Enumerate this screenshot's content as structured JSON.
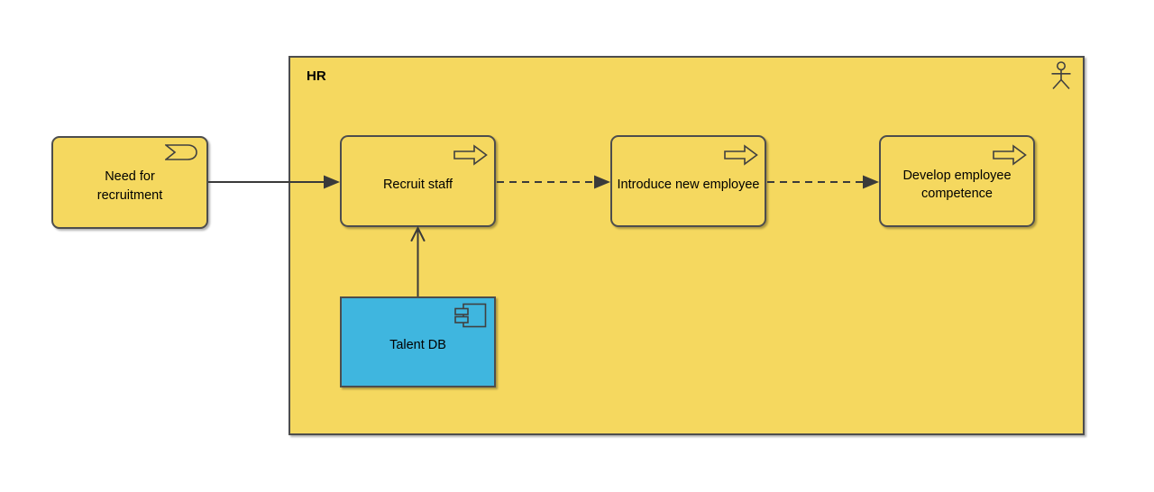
{
  "diagram": {
    "kind": "archimate-view",
    "group": {
      "label": "HR",
      "icon": "business-actor-icon"
    },
    "nodes": [
      {
        "label": "Need for recruitment",
        "type": "business-event",
        "icon": "event-icon",
        "fill": "#F5D85F"
      },
      {
        "label": "Recruit staff",
        "type": "business-process",
        "icon": "process-icon",
        "fill": "#F5D85F"
      },
      {
        "label": "Introduce new employee",
        "type": "business-process",
        "icon": "process-icon",
        "fill": "#F5D85F"
      },
      {
        "label": "Develop employee competence",
        "type": "business-process",
        "icon": "process-icon",
        "fill": "#F5D85F"
      },
      {
        "label": "Talent DB",
        "type": "application-component",
        "icon": "component-icon",
        "fill": "#3FB6DF"
      }
    ],
    "edges": [
      {
        "from": "Need for recruitment",
        "to": "Recruit staff",
        "style": "solid",
        "arrowhead": "filled"
      },
      {
        "from": "Recruit staff",
        "to": "Introduce new employee",
        "style": "dashed",
        "arrowhead": "filled"
      },
      {
        "from": "Introduce new employee",
        "to": "Develop employee competence",
        "style": "dashed",
        "arrowhead": "filled"
      },
      {
        "from": "Talent DB",
        "to": "Recruit staff",
        "style": "solid",
        "arrowhead": "open"
      }
    ],
    "colors": {
      "business_fill": "#F5D85F",
      "application_fill": "#3FB6DF",
      "border": "#4D4D4D",
      "line": "#3A3A3A",
      "text": "#000000",
      "background": "#FFFFFF"
    }
  }
}
